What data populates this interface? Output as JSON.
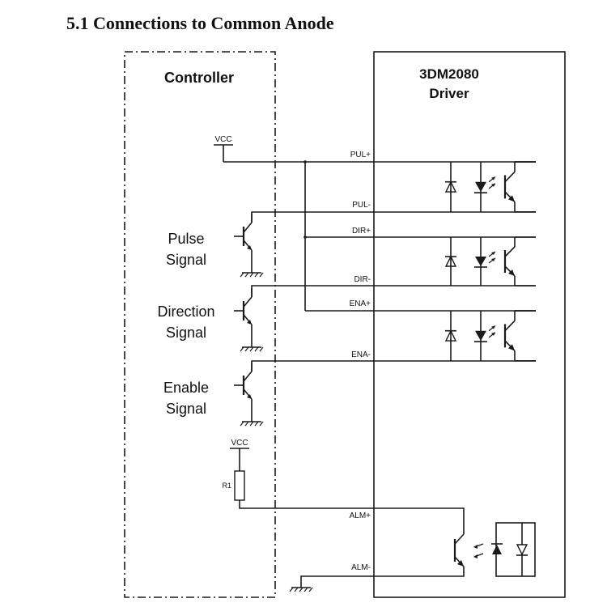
{
  "title": "5.1 Connections to Common Anode",
  "controller": {
    "label": "Controller",
    "vcc_top": "VCC",
    "vcc_bottom": "VCC",
    "resistor": "R1",
    "signals": [
      {
        "line1": "Pulse",
        "line2": "Signal"
      },
      {
        "line1": "Direction",
        "line2": "Signal"
      },
      {
        "line1": "Enable",
        "line2": "Signal"
      }
    ]
  },
  "driver": {
    "title_line1": "3DM2080",
    "title_line2": "Driver",
    "pins": [
      "PUL+",
      "PUL-",
      "DIR+",
      "DIR-",
      "ENA+",
      "ENA-",
      "ALM+",
      "ALM-"
    ]
  }
}
